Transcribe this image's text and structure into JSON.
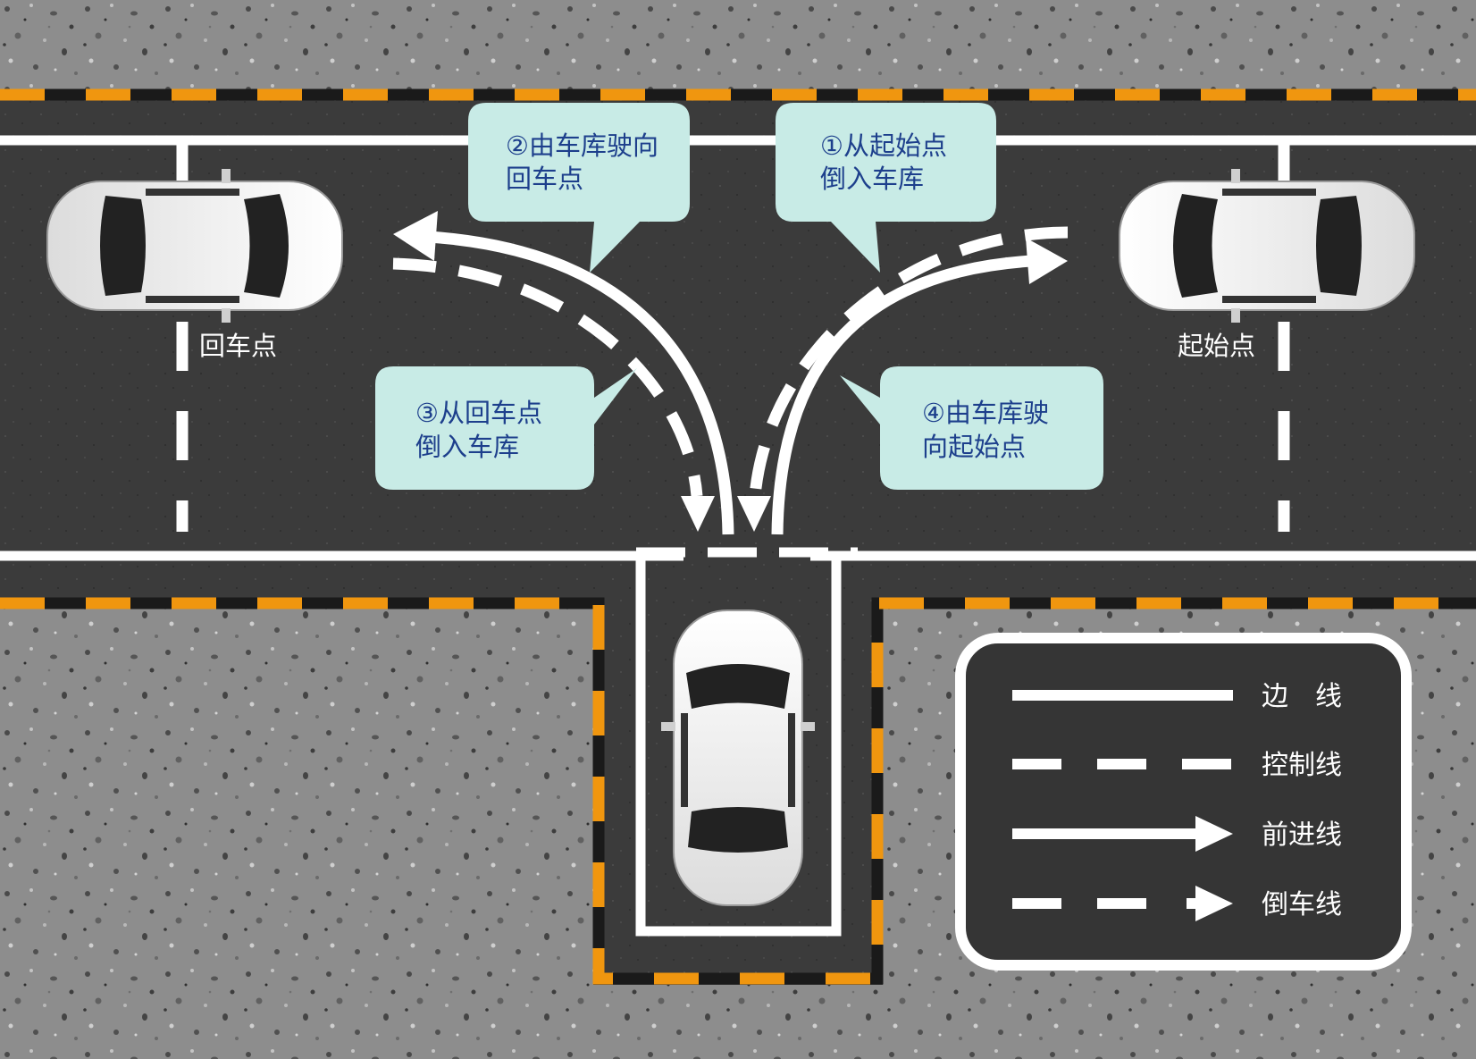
{
  "places": {
    "return_point": "回车点",
    "start_point": "起始点"
  },
  "bubbles": {
    "step1": {
      "line1": "①从起始点",
      "line2": "倒入车库"
    },
    "step2": {
      "line1": "②由车库驶向",
      "line2": "回车点"
    },
    "step3": {
      "line1": "③从回车点",
      "line2": "倒入车库"
    },
    "step4": {
      "line1": "④由车库驶",
      "line2": "向起始点"
    }
  },
  "legend": {
    "edge_line": "边　线",
    "control_line": "控制线",
    "forward_line": "前进线",
    "reverse_line": "倒车线"
  },
  "colors": {
    "asphalt": "#3d3d3d",
    "gravel": "#8c8c8c",
    "curb_orange": "#f0960f",
    "curb_dark": "#1a1a1a",
    "line_white": "#ffffff",
    "bubble_fill": "#c8ebe6",
    "bubble_text": "#1d3f8c"
  }
}
